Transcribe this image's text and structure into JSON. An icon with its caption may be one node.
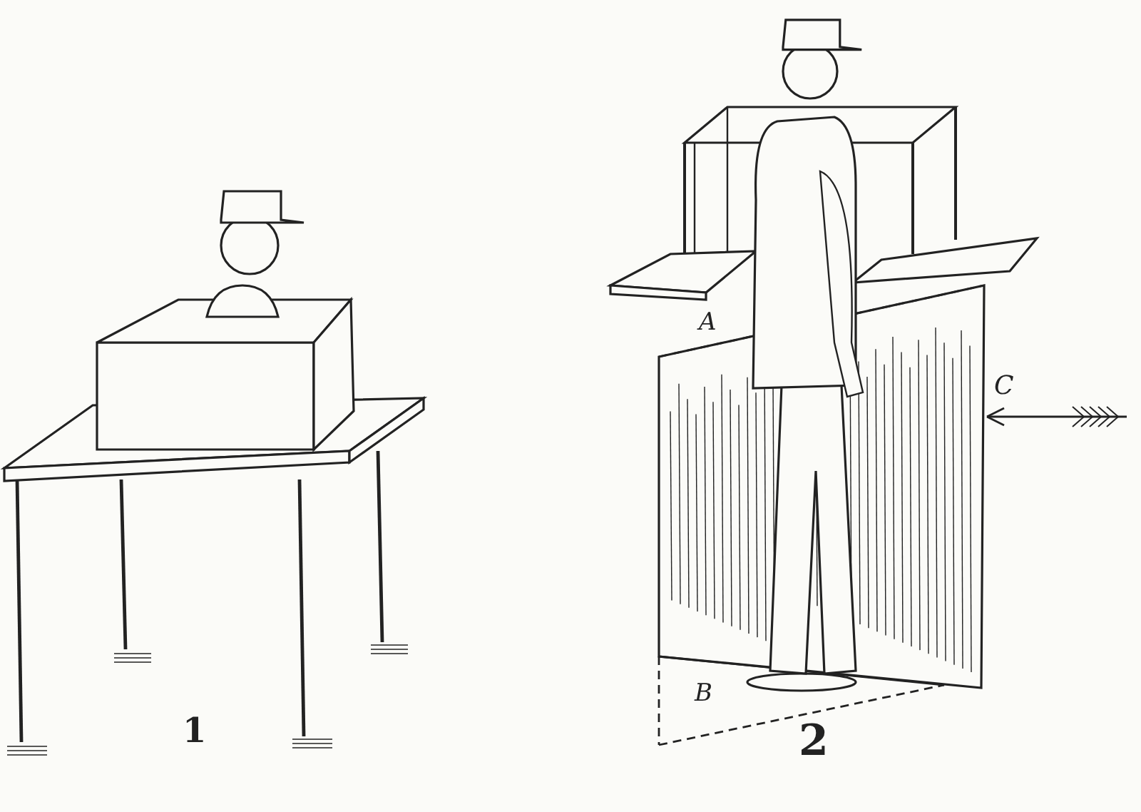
{
  "diagram": {
    "labels": [
      "1",
      "2",
      "A",
      "B",
      "C"
    ]
  }
}
